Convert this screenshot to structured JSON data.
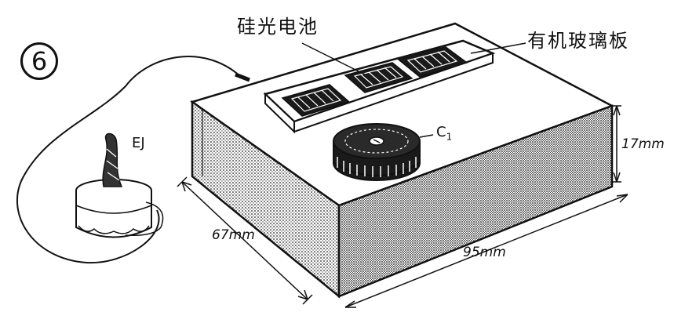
{
  "figure": {
    "number": "6"
  },
  "labels": {
    "solar_cell": "硅光电池",
    "acrylic_plate": "有机玻璃板",
    "earphone": "EJ",
    "capacitor": "C",
    "capacitor_sub": "1"
  },
  "dimensions": {
    "height": "17mm",
    "depth": "67mm",
    "width": "95mm"
  },
  "colors": {
    "ink": "#111111",
    "paper": "#ffffff"
  }
}
